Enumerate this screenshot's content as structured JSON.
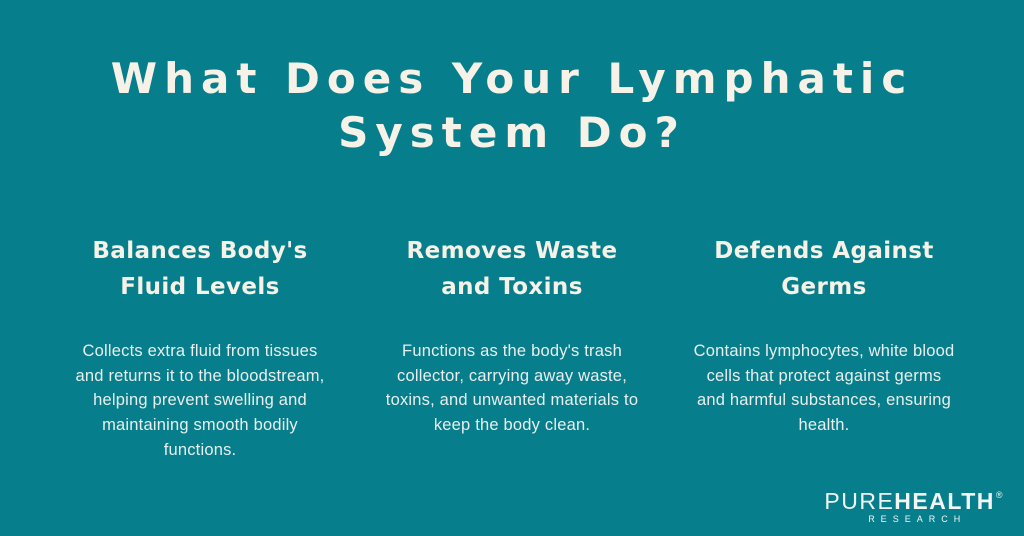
{
  "colors": {
    "background": "#077e8b",
    "heading_text": "#f6f2e7",
    "body_text": "#e9efee",
    "logo_text": "#f2f7f5"
  },
  "title": {
    "full": "What Does Your Lymphatic System Do?",
    "line1": "What Does Your Lymphatic",
    "line2": "System Do?"
  },
  "columns": [
    {
      "heading_full": "Balances Body's Fluid Levels",
      "heading_line1": "Balances Body's",
      "heading_line2": "Fluid Levels",
      "body": "Collects extra fluid from tissues and returns it to the bloodstream, helping prevent swelling and maintaining smooth bodily functions."
    },
    {
      "heading_full": "Removes Waste and Toxins",
      "heading_line1": "Removes Waste",
      "heading_line2": "and Toxins",
      "body": "Functions as the body's trash collector, carrying away waste, toxins, and unwanted materials to keep the body clean."
    },
    {
      "heading_full": "Defends Against Germs",
      "heading_line1": "Defends Against",
      "heading_line2": "Germs",
      "body": "Contains lymphocytes, white blood cells that protect against germs and harmful substances, ensuring health."
    }
  ],
  "logo": {
    "part1": "PURE",
    "part2": "HEALTH",
    "registered_mark": "®",
    "subtext": "RESEARCH"
  }
}
